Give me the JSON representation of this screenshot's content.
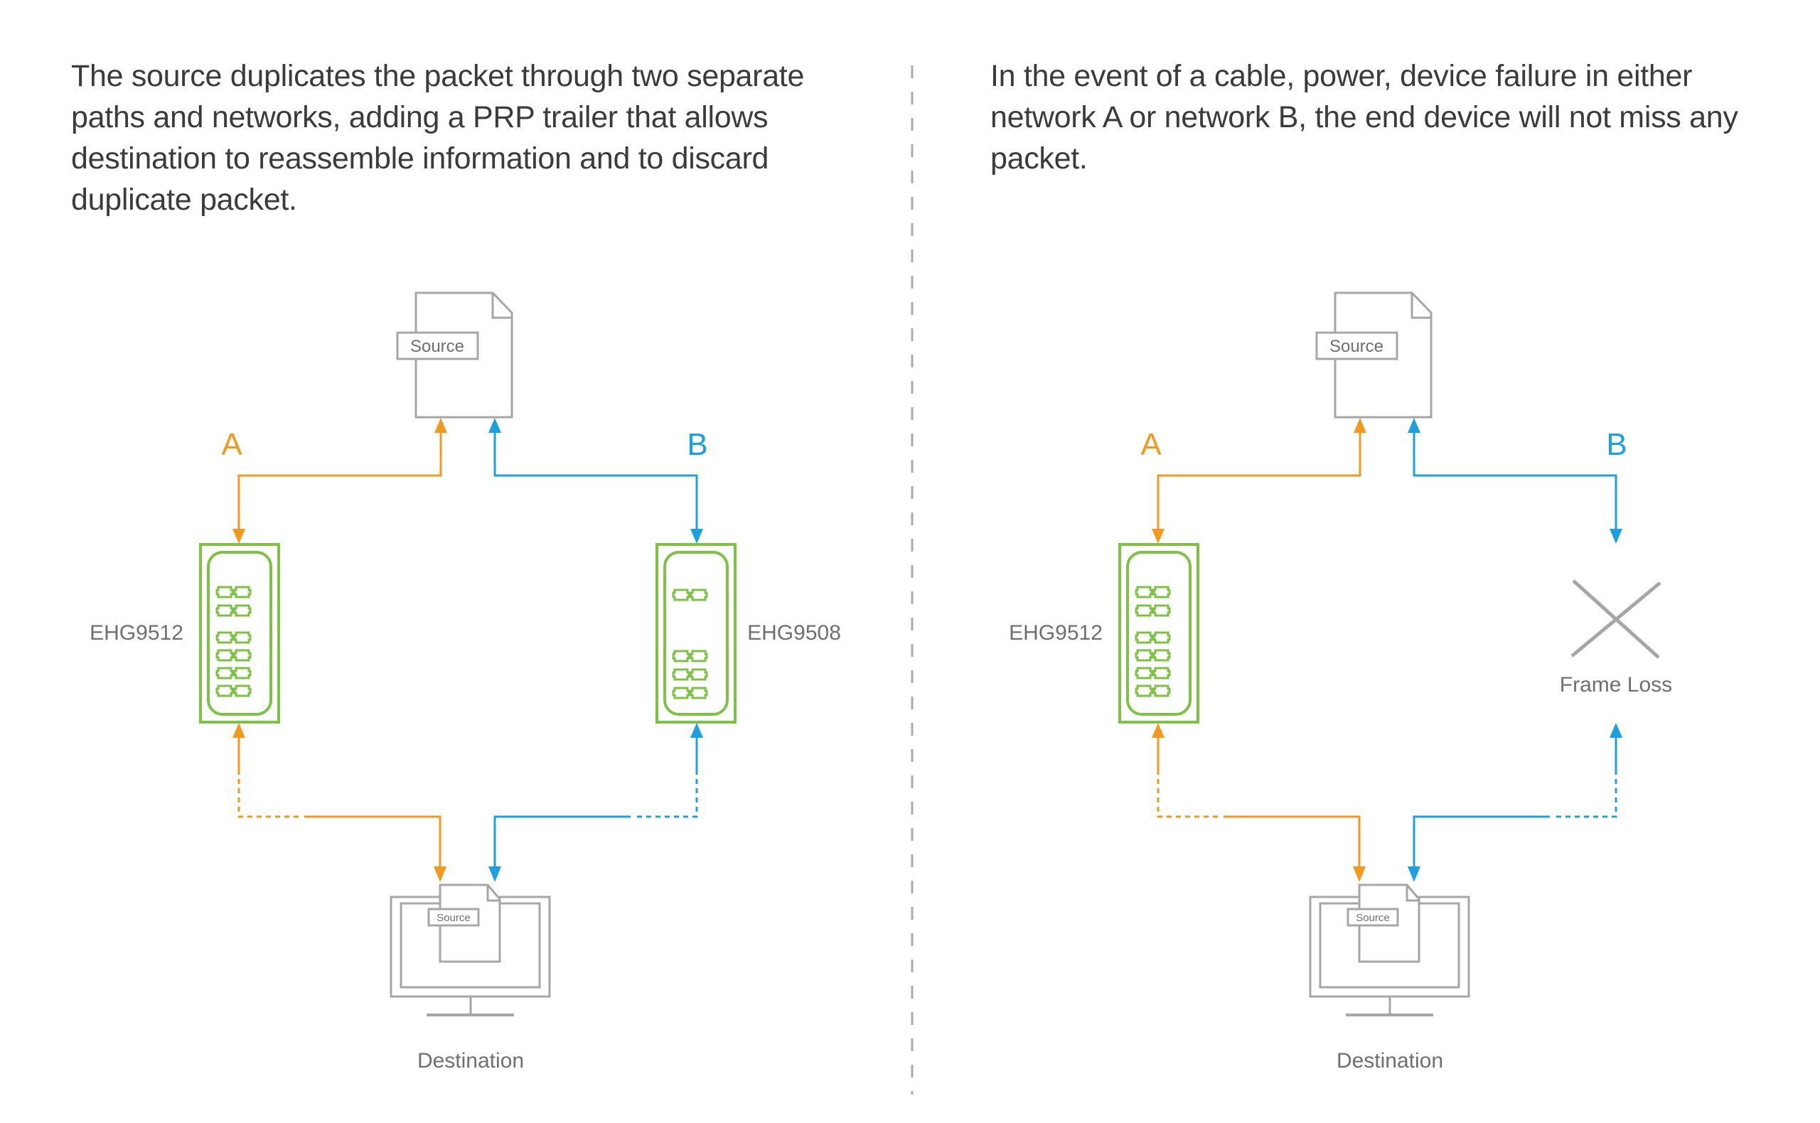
{
  "left_panel": {
    "description": "The source duplicates the packet through two separate paths and networks, adding a PRP trailer that allows destination to reassemble information and to discard duplicate packet.",
    "source_label": "Source",
    "network_a_label": "A",
    "network_b_label": "B",
    "switch_a_label": "EHG9512",
    "switch_b_label": "EHG9508",
    "destination_doc_label": "Source",
    "destination_label": "Destination"
  },
  "right_panel": {
    "description": "In the event of a cable, power, device failure in either network A or network B, the end device will not miss any packet.",
    "source_label": "Source",
    "network_a_label": "A",
    "network_b_label": "B",
    "switch_a_label": "EHG9512",
    "failure_label": "Frame Loss",
    "destination_doc_label": "Source",
    "destination_label": "Destination"
  },
  "colors": {
    "network_a": "#F39A1E",
    "network_b": "#1BA1E2",
    "switch": "#7DC242",
    "device_outline": "#A6A6A6",
    "text": "#3B3B3B",
    "label": "#6F6F6F",
    "divider": "#AAAAAA"
  },
  "icons": {
    "source": "document-icon",
    "switch": "industrial-switch-icon",
    "destination": "monitor-icon",
    "failure": "x-cross-icon"
  }
}
